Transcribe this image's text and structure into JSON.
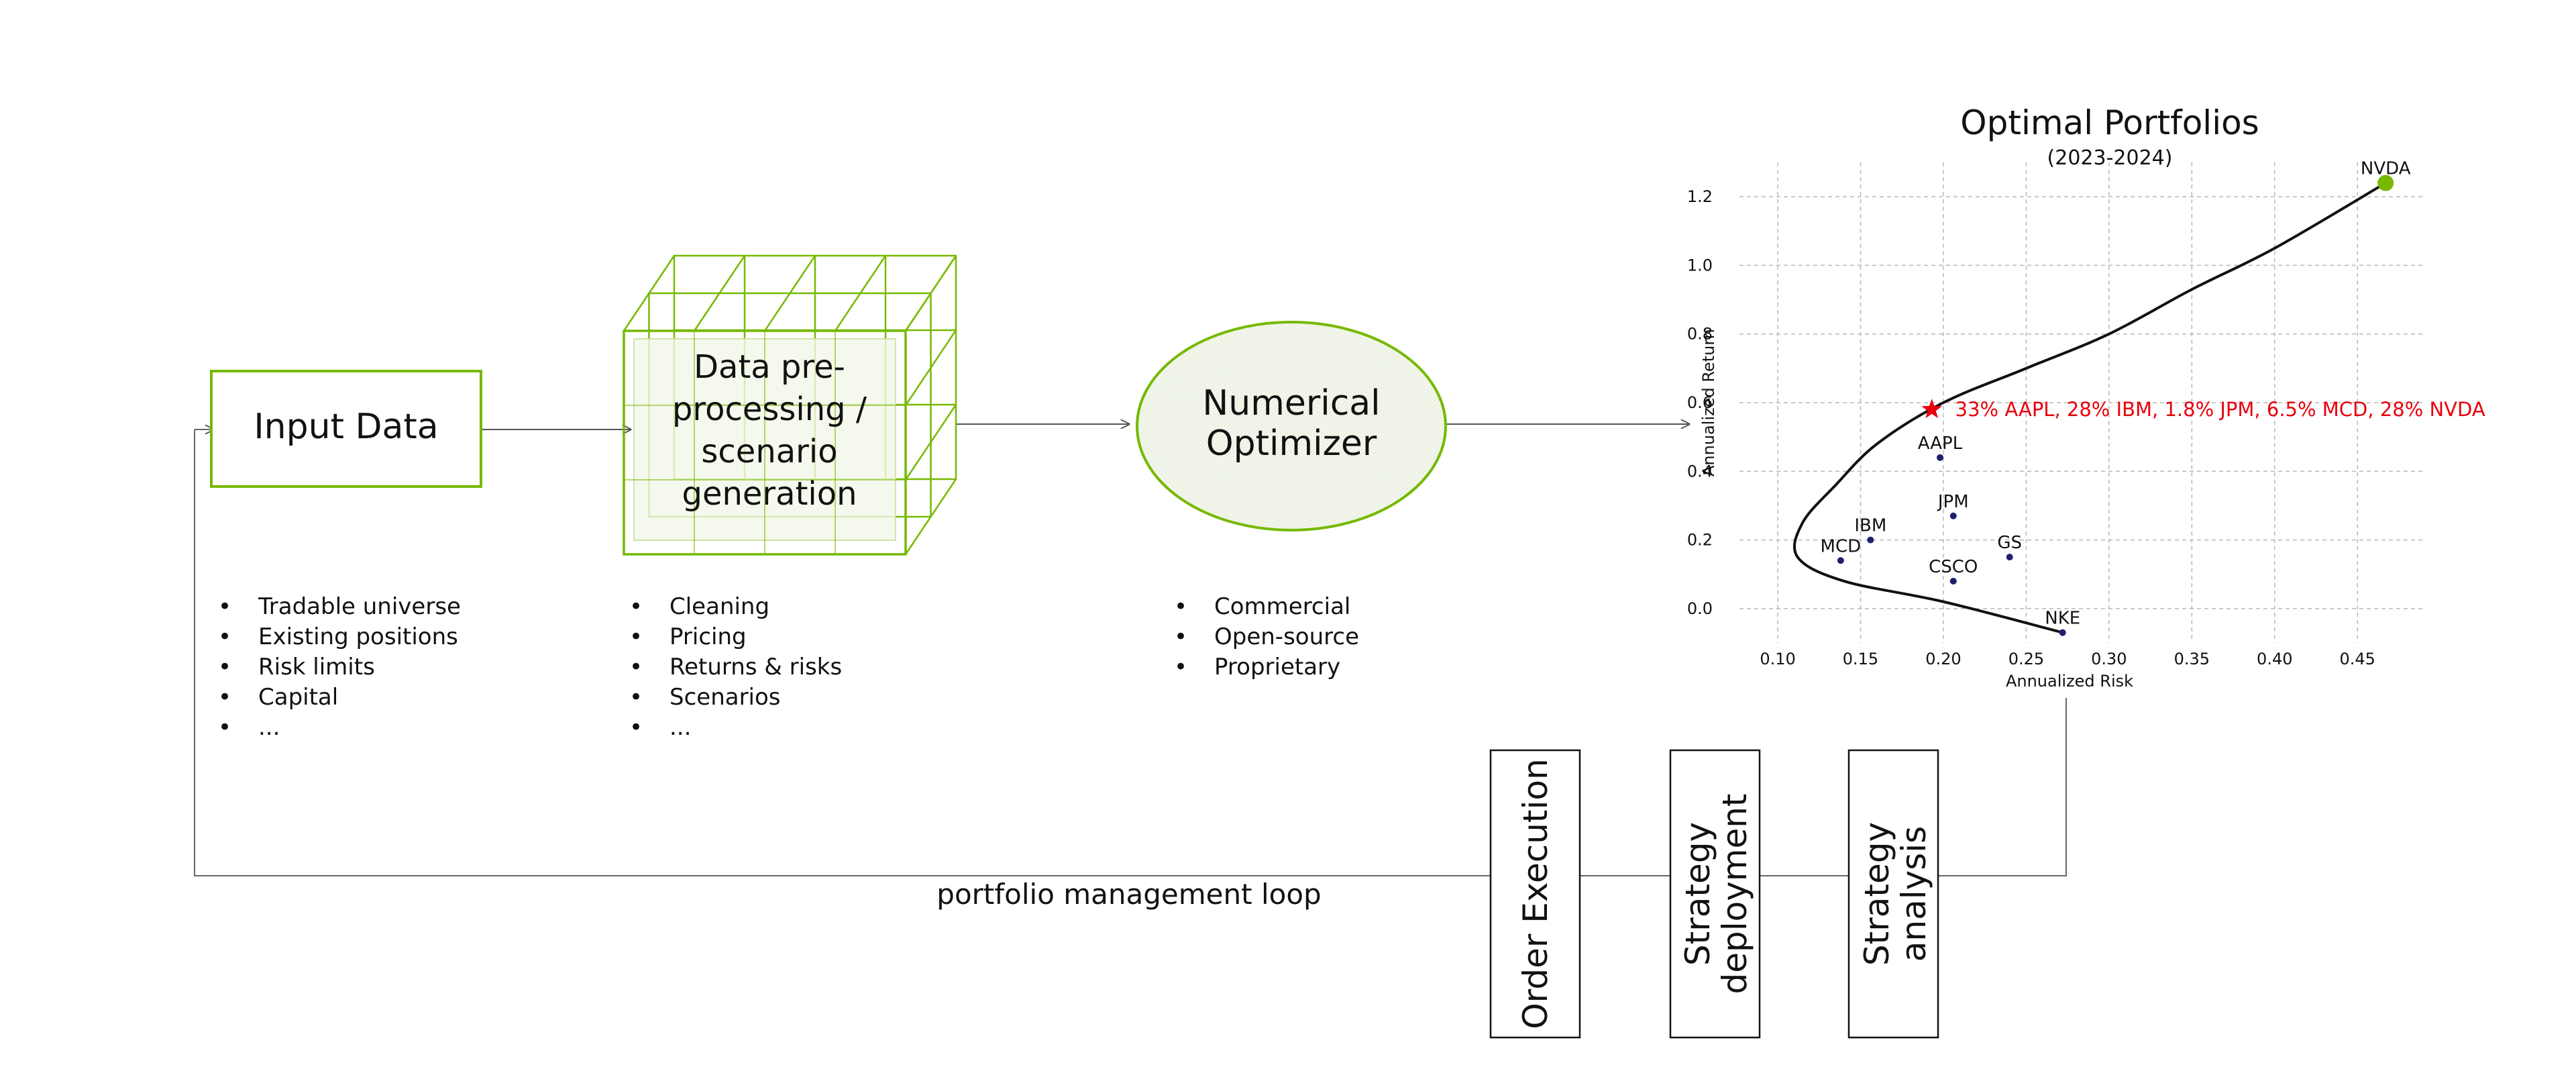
{
  "input_data": {
    "title": "Input Data",
    "bullets": [
      "Tradable universe",
      "Existing positions",
      "Risk limits",
      "Capital",
      "..."
    ]
  },
  "preprocessing": {
    "title_lines": [
      "Data pre-",
      "processing /",
      "scenario",
      "generation"
    ],
    "bullets": [
      "Cleaning",
      "Pricing",
      "Returns & risks",
      "Scenarios",
      "..."
    ]
  },
  "optimizer": {
    "title_lines": [
      "Numerical",
      "Optimizer"
    ],
    "bullets": [
      "Commercial",
      "Open-source",
      "Proprietary"
    ]
  },
  "loop": {
    "label": "portfolio management loop",
    "boxes": [
      {
        "lines": [
          "Order Execution"
        ]
      },
      {
        "lines": [
          "Strategy",
          "deployment"
        ]
      },
      {
        "lines": [
          "Strategy",
          "analysis"
        ]
      }
    ]
  },
  "bullet_char": "•",
  "colors": {
    "green": "#76b900",
    "frontier": "#111111",
    "highlight": "#e8000b",
    "asset_point": "#1f1f6e",
    "grid": "#b8b8b8",
    "line": "#555555"
  },
  "chart_data": {
    "type": "scatter",
    "title": "Optimal Portfolios",
    "subtitle": "(2023-2024)",
    "xlabel": "Annualized Risk",
    "ylabel": "Annualized Return",
    "xlim": [
      0.085,
      0.49
    ],
    "ylim": [
      -0.1,
      1.3
    ],
    "xticks": [
      0.1,
      0.15,
      0.2,
      0.25,
      0.3,
      0.35,
      0.4,
      0.45
    ],
    "yticks": [
      0.0,
      0.2,
      0.4,
      0.6,
      0.8,
      1.0,
      1.2
    ],
    "grid": true,
    "assets": [
      {
        "name": "NVDA",
        "x": 0.467,
        "y": 1.24
      },
      {
        "name": "AAPL",
        "x": 0.198,
        "y": 0.44
      },
      {
        "name": "JPM",
        "x": 0.206,
        "y": 0.27
      },
      {
        "name": "IBM",
        "x": 0.156,
        "y": 0.2
      },
      {
        "name": "MCD",
        "x": 0.138,
        "y": 0.14
      },
      {
        "name": "GS",
        "x": 0.24,
        "y": 0.15
      },
      {
        "name": "CSCO",
        "x": 0.206,
        "y": 0.08
      },
      {
        "name": "NKE",
        "x": 0.272,
        "y": -0.07
      }
    ],
    "frontier": [
      {
        "x": 0.272,
        "y": -0.07
      },
      {
        "x": 0.2,
        "y": 0.02
      },
      {
        "x": 0.14,
        "y": 0.08
      },
      {
        "x": 0.112,
        "y": 0.15
      },
      {
        "x": 0.115,
        "y": 0.25
      },
      {
        "x": 0.135,
        "y": 0.36
      },
      {
        "x": 0.16,
        "y": 0.48
      },
      {
        "x": 0.2,
        "y": 0.6
      },
      {
        "x": 0.25,
        "y": 0.7
      },
      {
        "x": 0.3,
        "y": 0.8
      },
      {
        "x": 0.35,
        "y": 0.93
      },
      {
        "x": 0.4,
        "y": 1.05
      },
      {
        "x": 0.467,
        "y": 1.24
      }
    ],
    "optimal_portfolio": {
      "x": 0.193,
      "y": 0.58,
      "label": "33% AAPL, 28% IBM, 1.8% JPM, 6.5% MCD, 28% NVDA"
    }
  }
}
